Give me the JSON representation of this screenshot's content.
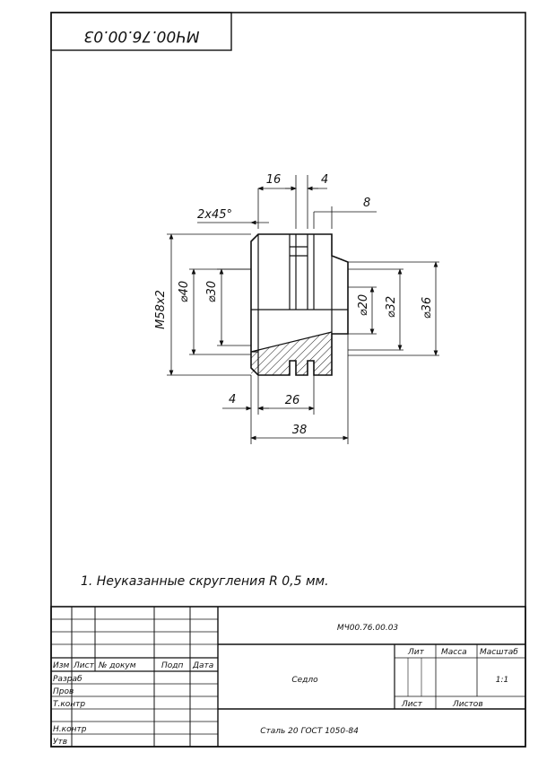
{
  "drawing_number": "МЧ00.76.00.03",
  "drawing_number_rotated": "МЧ00.76.00.03",
  "note": "1. Неуказанные скругления R 0,5 мм.",
  "part_name": "Седло",
  "material": "Сталь 20 ГОСТ 1050-84",
  "scale": "1:1",
  "dimensions": {
    "d16": "16",
    "d4_top": "4",
    "d8": "8",
    "chamfer": "2х45°",
    "thread": "М58х2",
    "dia40": "⌀40",
    "dia30": "⌀30",
    "dia20": "⌀20",
    "dia32": "⌀32",
    "dia36": "⌀36",
    "d4_bottom": "4",
    "d26": "26",
    "d38": "38"
  },
  "title_block": {
    "col_izm": "Изм",
    "col_list": "Лист",
    "col_doc": "№ докум",
    "col_sign": "Подп",
    "col_date": "Дата",
    "row_razrab": "Разраб",
    "row_prov": "Пров",
    "row_tkontr": "Т.контр",
    "row_nkontr": "Н.контр",
    "row_utv": "Утв",
    "hdr_lit": "Лит",
    "hdr_massa": "Масса",
    "hdr_masshtab": "Масштаб",
    "hdr_list": "Лист",
    "hdr_listov": "Листов"
  }
}
